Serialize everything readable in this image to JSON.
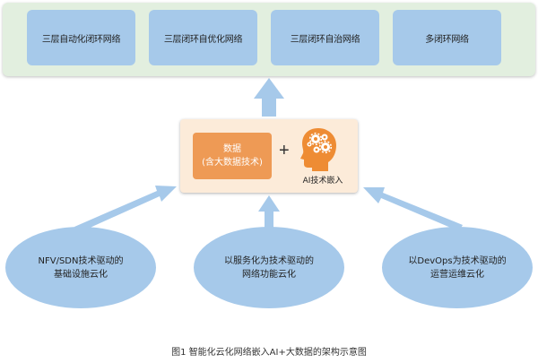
{
  "top": {
    "boxes": [
      "三层自动化闭环网络",
      "三层闭环自优化网络",
      "三层闭环自治网络",
      "多闭环网络"
    ]
  },
  "center": {
    "data_line1": "数据",
    "data_line2": "(含大数据技术)",
    "plus": "+",
    "ai_label": "AI技术嵌入",
    "ai_icon": "head-with-gears-icon"
  },
  "drivers": [
    {
      "line1": "NFV/SDN技术驱动的",
      "line2": "基础设施云化"
    },
    {
      "line1": "以服务化为技术驱动的",
      "line2": "网络功能云化"
    },
    {
      "line1": "以DevOps为技术驱动的",
      "line2": "运营运维云化"
    }
  ],
  "caption": "图1 智能化云化网络嵌入AI+大数据的架构示意图",
  "colors": {
    "top_panel": "#e2efdf",
    "network_box": "#a6c9ea",
    "center_panel": "#fcebd9",
    "data_box": "#ee9a55",
    "ai_icon": "#ee8c34",
    "arrow": "#a6c9ea"
  }
}
